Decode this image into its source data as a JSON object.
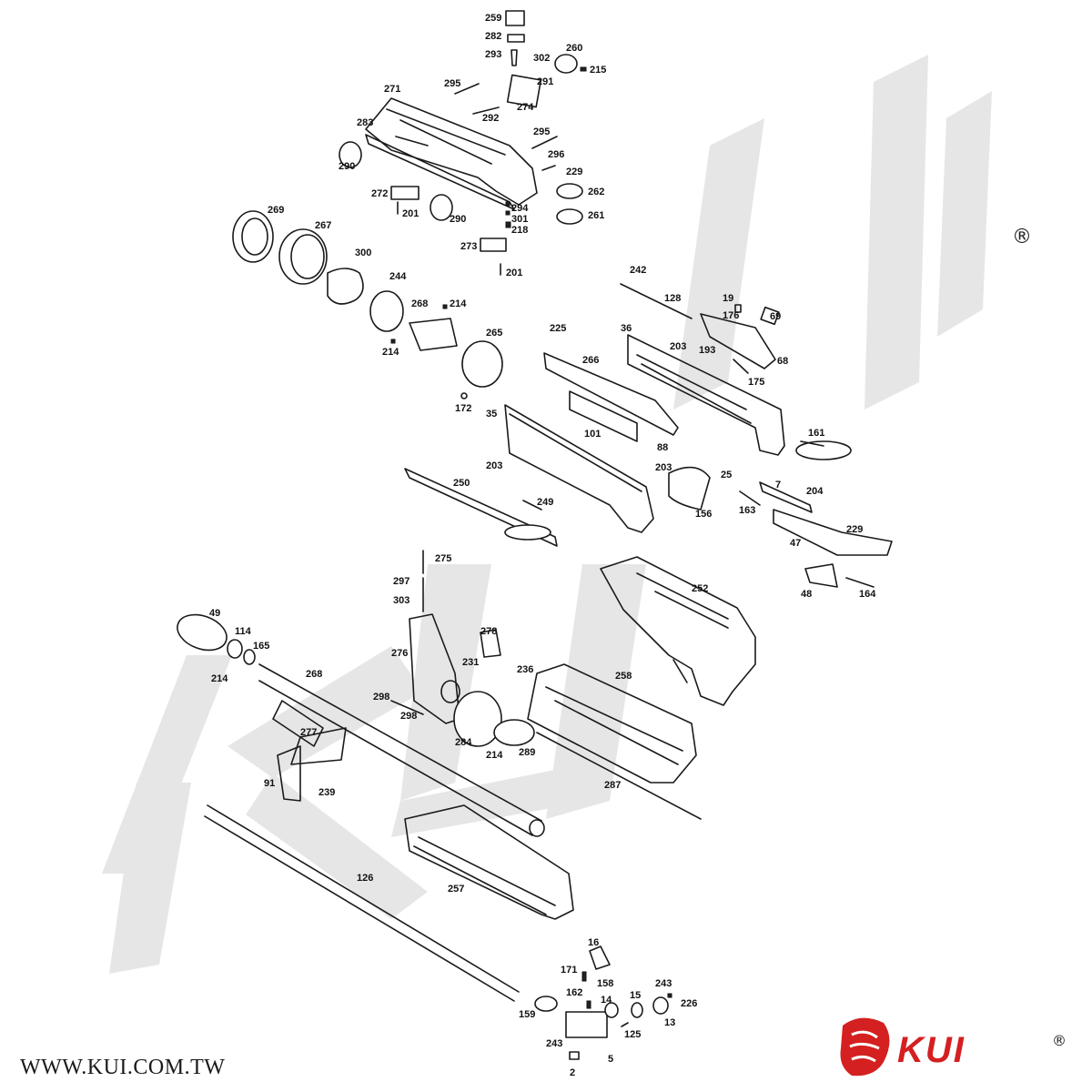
{
  "footer": {
    "url": "WWW.KUI.COM.TW"
  },
  "watermark": {
    "text": "KUI",
    "color": "#e6e6e6"
  },
  "brand": {
    "text": "KUI",
    "registered": "®",
    "color": "#d42020"
  },
  "top_mark": {
    "registered": "®"
  },
  "parts": [
    "259",
    "282",
    "293",
    "302",
    "260",
    "215",
    "291",
    "295",
    "271",
    "274",
    "292",
    "283",
    "296",
    "229",
    "290",
    "262",
    "272",
    "201",
    "294",
    "301",
    "218",
    "261",
    "269",
    "267",
    "300",
    "273",
    "244",
    "268",
    "214",
    "265",
    "172",
    "242",
    "128",
    "19",
    "176",
    "69",
    "225",
    "36",
    "203",
    "193",
    "68",
    "175",
    "266",
    "35",
    "101",
    "161",
    "88",
    "25",
    "7",
    "204",
    "156",
    "163",
    "250",
    "249",
    "47",
    "48",
    "164",
    "252",
    "275",
    "297",
    "303",
    "49",
    "114",
    "165",
    "278",
    "276",
    "231",
    "236",
    "258",
    "268",
    "298",
    "284",
    "289",
    "277",
    "91",
    "239",
    "287",
    "126",
    "257",
    "16",
    "171",
    "158",
    "243",
    "162",
    "14",
    "15",
    "13",
    "226",
    "159",
    "125",
    "5",
    "2"
  ]
}
